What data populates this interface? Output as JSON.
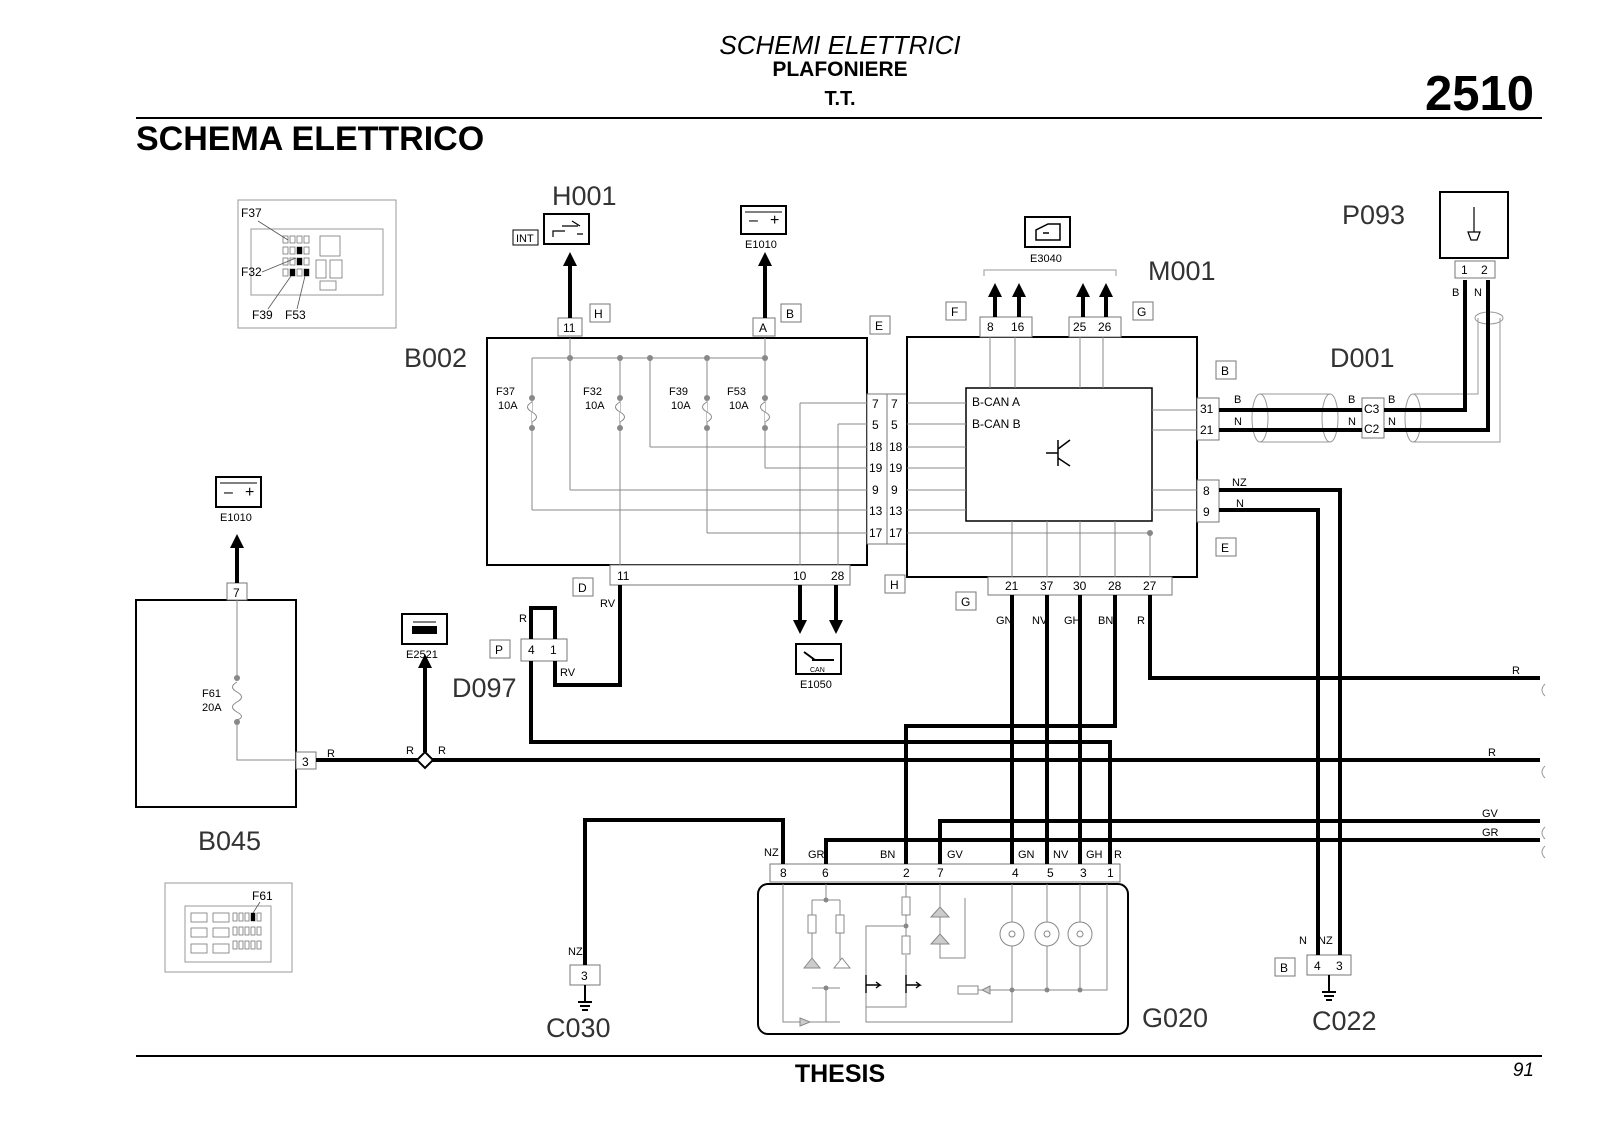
{
  "header": {
    "title": "SCHEMI ELETTRICI",
    "subtitle": "PLAFONIERE",
    "subsection": "T.T.",
    "page_code": "2510"
  },
  "section_title": "SCHEMA ELETTRICO",
  "footer": {
    "brand": "THESIS",
    "page_number": "91"
  },
  "components": {
    "h001": "H001",
    "h001_tag": "INT",
    "e1010": "E1010",
    "e3040": "E3040",
    "m001": "M001",
    "p093": "P093",
    "b002": "B002",
    "d001": "D001",
    "b045": "B045",
    "e2521": "E2521",
    "d097": "D097",
    "e1050": "E1050",
    "e1050_tag": "CAN",
    "c030": "C030",
    "g020": "G020",
    "c022": "C022"
  },
  "b002_fuses": [
    {
      "name": "F37",
      "rating": "10A"
    },
    {
      "name": "F32",
      "rating": "10A"
    },
    {
      "name": "F39",
      "rating": "10A"
    },
    {
      "name": "F53",
      "rating": "10A"
    }
  ],
  "b045_fuse": {
    "name": "F61",
    "rating": "20A"
  },
  "m001_labels": {
    "can_a": "B-CAN A",
    "can_b": "B-CAN B"
  },
  "locator_fuses": {
    "f37": "F37",
    "f32": "F32",
    "f39": "F39",
    "f53": "F53",
    "f61": "F61"
  },
  "connector_letters": {
    "b002_top_h": "H",
    "b002_top_b": "B",
    "b002_e": "E",
    "b002_d": "D",
    "m001_f": "F",
    "m001_g_top": "G",
    "m001_b": "B",
    "m001_e": "E",
    "m001_h": "H",
    "m001_g_bottom": "G",
    "d097_p": "P",
    "c022_b": "B"
  },
  "pins": {
    "b002_top": [
      "11",
      "A"
    ],
    "b002_right": [
      "7",
      "5",
      "18",
      "19",
      "9",
      "13",
      "17"
    ],
    "b002_bottom": [
      "11",
      "10",
      "28"
    ],
    "m001_top": [
      "8",
      "16",
      "25",
      "26"
    ],
    "m001_left": [
      "7",
      "5",
      "18",
      "19",
      "9",
      "13",
      "17"
    ],
    "m001_right": [
      "31",
      "21",
      "8",
      "9"
    ],
    "m001_bottom": [
      "21",
      "37",
      "30",
      "28",
      "27"
    ],
    "d001": [
      "C3",
      "C2"
    ],
    "p093": [
      "1",
      "2"
    ],
    "d097": [
      "4",
      "1"
    ],
    "b045_top": "7",
    "b045_right": "3",
    "g020": [
      "8",
      "6",
      "2",
      "7",
      "4",
      "5",
      "3",
      "1"
    ],
    "c030": "3",
    "c022": [
      "4",
      "3"
    ]
  },
  "wire_labels": {
    "b002_rv": "RV",
    "d097_r": "R",
    "d097_rv": "RV",
    "b045_r": "R",
    "node_r_left": "R",
    "node_r_right": "R",
    "m001_can_b1": "B",
    "m001_can_n1": "N",
    "m001_can_b2": "B",
    "m001_can_n2": "N",
    "d001_b": "B",
    "d001_n": "N",
    "p093_b": "B",
    "p093_n": "N",
    "m001_nz": "NZ",
    "m001_n": "N",
    "m001_gn": "GN",
    "m001_nv": "NV",
    "m001_gh": "GH",
    "m001_bn": "BN",
    "m001_r": "R",
    "right_r1": "R",
    "right_r2": "R",
    "right_gv": "GV",
    "right_gr": "GR",
    "g020_nz": "NZ",
    "g020_gr": "GR",
    "g020_bn": "BN",
    "g020_gv": "GV",
    "g020_gn": "GN",
    "g020_nv": "NV",
    "g020_gh": "GH",
    "g020_r": "R",
    "c030_nz": "NZ",
    "c022_n": "N",
    "c022_nz": "NZ"
  }
}
